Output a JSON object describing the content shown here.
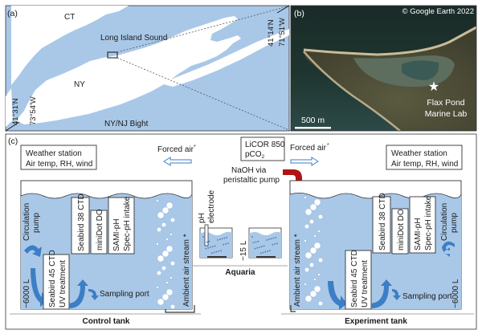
{
  "panel_a": {
    "label": "(a)",
    "regions": {
      "ct": "CT",
      "ny": "NY",
      "sound": "Long Island Sound",
      "bight": "NY/NJ Bight"
    },
    "coords_sw": {
      "lat": "41°31'N",
      "lon": "73°54'W"
    },
    "coords_ne": {
      "lat": "41°14'N",
      "lon": "71°51'W"
    }
  },
  "panel_b": {
    "label": "(b)",
    "copyright": "© Google Earth 2022",
    "site_line1": "Flax Pond",
    "site_line2": "Marine Lab",
    "scale_bar": "500 m"
  },
  "panel_c": {
    "label": "(c)",
    "weather_left": {
      "line1": "Weather station",
      "line2": "Air temp, RH, wind"
    },
    "weather_right": {
      "line1": "Weather station",
      "line2": "Air temp, RH, wind"
    },
    "forced_air_left": "Forced air",
    "forced_air_right": "Forced air",
    "asterisk": "*",
    "licor_line1": "LiCOR 850",
    "licor_line2": "pCO",
    "licor_sub": "2",
    "naoh_line1": "NaOH via",
    "naoh_line2": "peristaltic pump",
    "ph_line1": "pH",
    "ph_line2": "electrode",
    "aquaria_volume": "~15 L",
    "aquaria_label": "Aquaria",
    "control": {
      "title": "Control tank",
      "volume": "~6000 L",
      "circulation_line1": "Circulation",
      "circulation_line2": "pump",
      "seabird45_line1": "Seabird 45 CTD",
      "seabird45_line2": "UV treatment",
      "seabird38": "Seabird 38 CTD",
      "minidot": "miniDot DO",
      "sami_line1": "SAMI-pH",
      "sami_line2": "Spec-pH intake",
      "sampling": "Sampling port",
      "air_stream": "Ambient air stream *"
    },
    "experiment": {
      "title": "Experiment tank",
      "volume": "~6000 L",
      "circulation_line1": "Circulation",
      "circulation_line2": "pump",
      "seabird45_line1": "Seabird 45 CTD",
      "seabird45_line2": "UV treatment",
      "seabird38": "Seabird 38 CTD",
      "minidot": "miniDot DO",
      "sami_line1": "SAMI-pH",
      "sami_line2": "Spec-pH intake",
      "sampling": "Sampling port",
      "air_stream": "Ambient air stream *"
    }
  },
  "colors": {
    "water": "#a9c8e8",
    "arrow_blue": "#3d7ec4",
    "naoh_red": "#b01515",
    "satellite_dark": "#1c2a26"
  }
}
